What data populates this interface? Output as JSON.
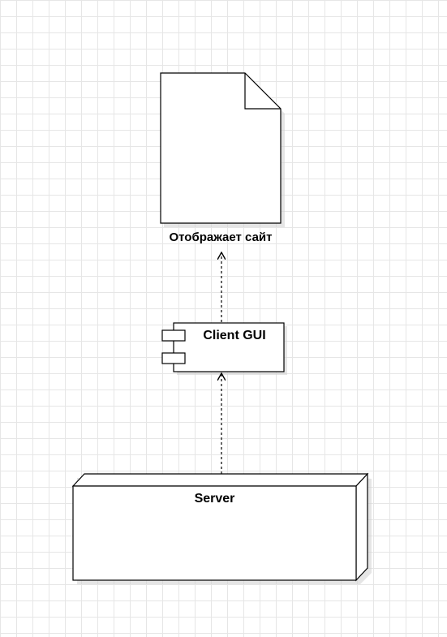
{
  "diagram": {
    "artifact": {
      "label": "Отображает сайт"
    },
    "component": {
      "label": "Client GUI"
    },
    "node": {
      "label": "Server"
    },
    "colors": {
      "stroke": "#000000",
      "fill": "#ffffff",
      "shadow": "#cccccc",
      "grid": "#e6e6e6"
    }
  }
}
